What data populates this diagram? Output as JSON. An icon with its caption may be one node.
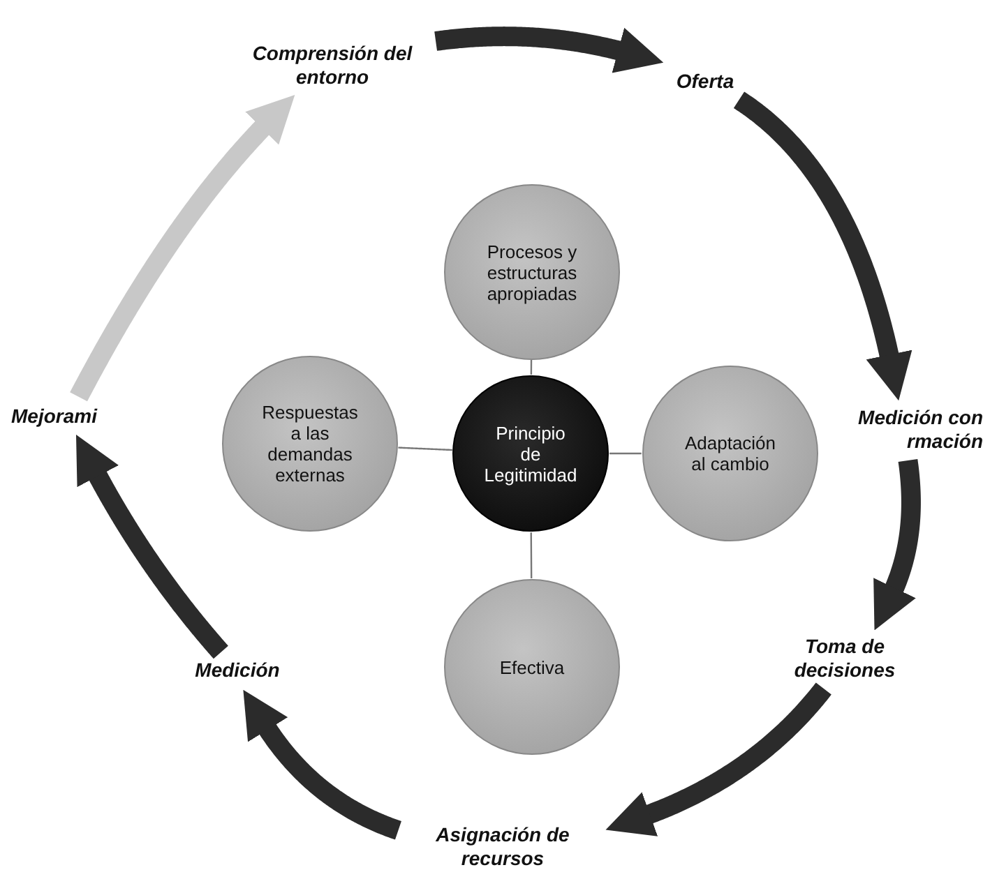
{
  "diagram": {
    "nodes": [
      {
        "text": [
          "Comprensión del entorno"
        ]
      },
      {
        "text": [
          "Oferta"
        ]
      },
      {
        "text": [
          "Procesos y estructuras apropiadas"
        ]
      },
      {
        "text": [
          "Mejorami"
        ]
      },
      {
        "text": [
          "Medición con rmación"
        ]
      },
      {
        "text": [
          "Respuestas a las demandas externas"
        ]
      },
      {
        "text": [
          "Principio de Legitimidad"
        ]
      },
      {
        "text": [
          "Adaptación al cambio"
        ]
      },
      {
        "text": [
          "Medición"
        ]
      },
      {
        "text": [
          "Toma de decisiones"
        ]
      },
      {
        "text": [
          "Efectiva"
        ]
      },
      {
        "text": [
          "Asignación de recursos"
        ]
      }
    ],
    "edges": [
      {
        "from": 0,
        "to": 1,
        "arrow": "to"
      },
      {
        "from": 1,
        "to": 4,
        "arrow": "to"
      },
      {
        "from": 4,
        "to": 9,
        "arrow": "to"
      },
      {
        "from": 9,
        "to": 11,
        "arrow": "to"
      },
      {
        "from": 11,
        "to": 8,
        "arrow": "to"
      },
      {
        "from": 8,
        "to": 3,
        "arrow": "to"
      },
      {
        "from": 3,
        "to": 0,
        "arrow": "to",
        "color": "#c8c8c8"
      },
      {
        "from": 6,
        "to": 2,
        "arrow": "none"
      },
      {
        "from": 6,
        "to": 5,
        "arrow": "none"
      },
      {
        "from": 6,
        "to": 7,
        "arrow": "none"
      },
      {
        "from": 6,
        "to": 10,
        "arrow": "none"
      }
    ]
  }
}
